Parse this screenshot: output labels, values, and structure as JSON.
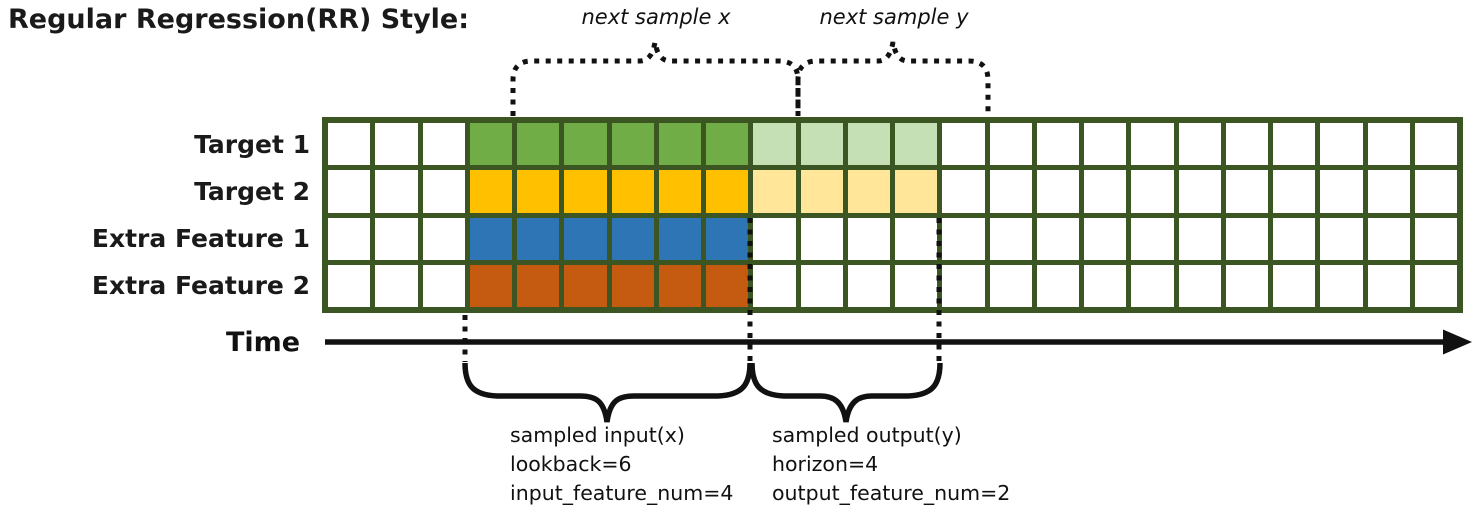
{
  "title": "Regular Regression(RR) Style:",
  "top_braces": {
    "next_sample_x_label": "next sample x",
    "next_sample_y_label": "next sample y"
  },
  "time_axis": {
    "label": "Time"
  },
  "grid": {
    "columns": 24,
    "leading_empty_cols": 3,
    "input_start_col": 3,
    "lookback": 6,
    "horizon": 4,
    "line_color": "#3B5623",
    "cell_color": "#FFFFFF",
    "rows": [
      {
        "label": "Target 1",
        "input_color": "#70AD47",
        "output_color": "#C5E0B4"
      },
      {
        "label": "Target 2",
        "input_color": "#FFC000",
        "output_color": "#FFE699"
      },
      {
        "label": "Extra Feature 1",
        "input_color": "#2E75B6",
        "output_color": null
      },
      {
        "label": "Extra Feature 2",
        "input_color": "#C55A11",
        "output_color": null
      }
    ]
  },
  "bottom_annotations": {
    "input": {
      "lines": [
        "sampled input(x)",
        "lookback=6",
        "input_feature_num=4"
      ]
    },
    "output": {
      "lines": [
        "sampled output(y)",
        "horizon=4",
        "output_feature_num=2"
      ]
    }
  },
  "stroke_color": "#111111"
}
